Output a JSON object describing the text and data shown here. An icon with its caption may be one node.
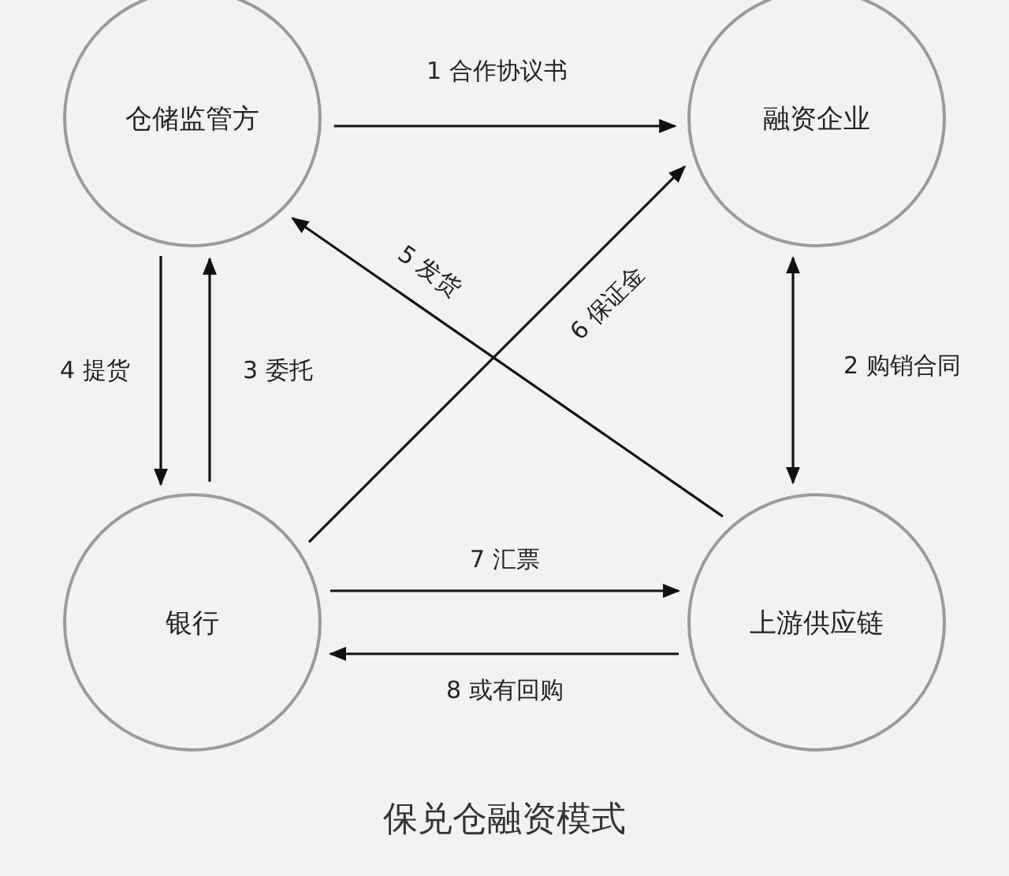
{
  "diagram": {
    "title": "保兑仓融资模式",
    "nodes": [
      {
        "text": [
          "仓储监管方"
        ]
      },
      {
        "text": [
          "融资企业"
        ]
      },
      {
        "text": [
          "银行"
        ]
      },
      {
        "text": [
          "上游供应链"
        ]
      }
    ],
    "edges": [
      {
        "from": 0,
        "to": 1,
        "arrow": "to",
        "label": "1 合作协议书"
      },
      {
        "from": 1,
        "to": 3,
        "arrow": "both",
        "label": "2 购销合同"
      },
      {
        "from": 2,
        "to": 0,
        "arrow": "to",
        "label": "3 委托"
      },
      {
        "from": 0,
        "to": 2,
        "arrow": "to",
        "label": "4 提货"
      },
      {
        "from": 3,
        "to": 0,
        "arrow": "to",
        "label": "5 发货"
      },
      {
        "from": 2,
        "to": 1,
        "arrow": "to",
        "label": "6 保证金"
      },
      {
        "from": 2,
        "to": 3,
        "arrow": "to",
        "label": "7 汇票"
      },
      {
        "from": 3,
        "to": 2,
        "arrow": "to",
        "label": "8 或有回购"
      }
    ]
  }
}
